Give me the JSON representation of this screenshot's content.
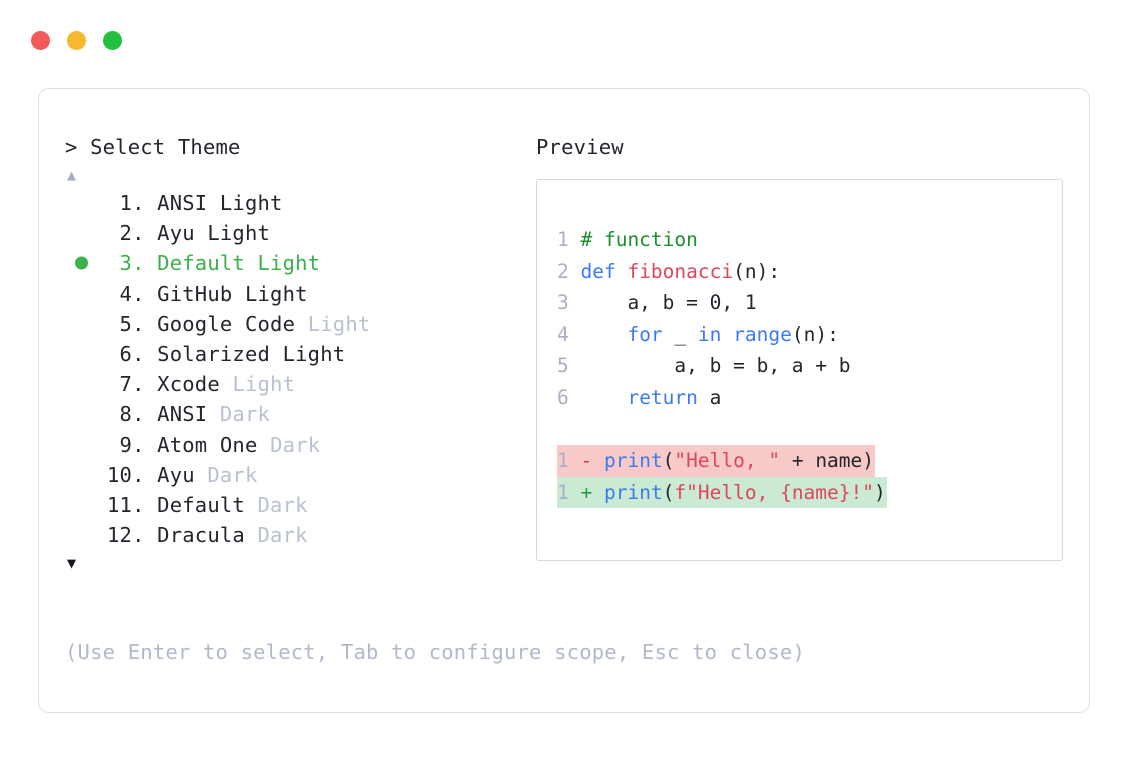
{
  "window": {
    "traffic_lights": [
      {
        "name": "close",
        "color": "#f2595a"
      },
      {
        "name": "minimize",
        "color": "#f5b82e"
      },
      {
        "name": "maximize",
        "color": "#23bf3e"
      }
    ]
  },
  "prompt": {
    "text": "> Select Theme"
  },
  "scroll": {
    "up_glyph": "▲",
    "down_glyph": "▼"
  },
  "themes": {
    "selected_index": 3,
    "bullet_glyph": "●",
    "items": [
      {
        "index": " 1.",
        "name": "ANSI",
        "variant": "Light",
        "variant_muted": false,
        "selected": false
      },
      {
        "index": " 2.",
        "name": "Ayu",
        "variant": "Light",
        "variant_muted": false,
        "selected": false
      },
      {
        "index": " 3.",
        "name": "Default",
        "variant": "Light",
        "variant_muted": false,
        "selected": true
      },
      {
        "index": " 4.",
        "name": "GitHub",
        "variant": "Light",
        "variant_muted": false,
        "selected": false
      },
      {
        "index": " 5.",
        "name": "Google Code",
        "variant": "Light",
        "variant_muted": true,
        "selected": false
      },
      {
        "index": " 6.",
        "name": "Solarized",
        "variant": "Light",
        "variant_muted": false,
        "selected": false
      },
      {
        "index": " 7.",
        "name": "Xcode",
        "variant": "Light",
        "variant_muted": true,
        "selected": false
      },
      {
        "index": " 8.",
        "name": "ANSI",
        "variant": "Dark",
        "variant_muted": true,
        "selected": false
      },
      {
        "index": " 9.",
        "name": "Atom One",
        "variant": "Dark",
        "variant_muted": true,
        "selected": false
      },
      {
        "index": "10.",
        "name": "Ayu",
        "variant": "Dark",
        "variant_muted": true,
        "selected": false
      },
      {
        "index": "11.",
        "name": "Default",
        "variant": "Dark",
        "variant_muted": true,
        "selected": false
      },
      {
        "index": "12.",
        "name": "Dracula",
        "variant": "Dark",
        "variant_muted": true,
        "selected": false
      }
    ]
  },
  "preview": {
    "title": "Preview",
    "code_lines": [
      {
        "num": "1",
        "tokens": [
          {
            "t": "# function",
            "c": "comment"
          }
        ]
      },
      {
        "num": "2",
        "tokens": [
          {
            "t": "def ",
            "c": "kw"
          },
          {
            "t": "fibonacci",
            "c": "fn"
          },
          {
            "t": "(n):",
            "c": "plain"
          }
        ]
      },
      {
        "num": "3",
        "tokens": [
          {
            "t": "    a, b = 0, 1",
            "c": "plain"
          }
        ]
      },
      {
        "num": "4",
        "tokens": [
          {
            "t": "    ",
            "c": "plain"
          },
          {
            "t": "for",
            "c": "kw"
          },
          {
            "t": " _ ",
            "c": "plain"
          },
          {
            "t": "in",
            "c": "kw"
          },
          {
            "t": " ",
            "c": "plain"
          },
          {
            "t": "range",
            "c": "builtin"
          },
          {
            "t": "(n):",
            "c": "plain"
          }
        ]
      },
      {
        "num": "5",
        "tokens": [
          {
            "t": "        a, b = b, a + b",
            "c": "plain"
          }
        ]
      },
      {
        "num": "6",
        "tokens": [
          {
            "t": "    ",
            "c": "plain"
          },
          {
            "t": "return",
            "c": "kw"
          },
          {
            "t": " a",
            "c": "plain"
          }
        ]
      }
    ],
    "diff_lines": [
      {
        "kind": "del",
        "num": "1",
        "marker": "-",
        "tokens": [
          {
            "t": "print",
            "c": "builtin"
          },
          {
            "t": "(",
            "c": "plain"
          },
          {
            "t": "\"Hello, \"",
            "c": "str"
          },
          {
            "t": " + name)",
            "c": "plain"
          }
        ]
      },
      {
        "kind": "add",
        "num": "1",
        "marker": "+",
        "tokens": [
          {
            "t": "print",
            "c": "builtin"
          },
          {
            "t": "(",
            "c": "plain"
          },
          {
            "t": "f\"Hello, {name}!\"",
            "c": "str"
          },
          {
            "t": ")",
            "c": "plain"
          }
        ]
      }
    ]
  },
  "footer": {
    "hint": "(Use Enter to select, Tab to configure scope, Esc to close)"
  },
  "colors": {
    "accent_green": "#3cb04a",
    "muted_text": "#b9c0d0",
    "diff_del_bg": "#f8c9c9",
    "diff_add_bg": "#caead4",
    "comment": "#1a8f2e",
    "keyword": "#3b7bf0",
    "function": "#e0455c"
  }
}
